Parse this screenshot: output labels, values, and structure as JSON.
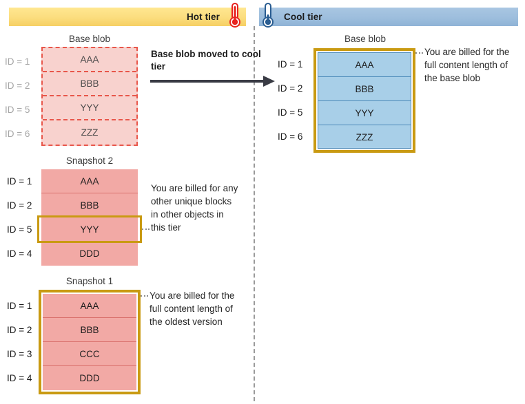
{
  "tiers": {
    "hot": {
      "label": "Hot tier",
      "icon": "thermometer-hot-icon",
      "color": "#f6cf62"
    },
    "cool": {
      "label": "Cool tier",
      "icon": "thermometer-cool-icon",
      "color": "#9dbedd"
    }
  },
  "transition": {
    "label": "Base blob moved to cool tier",
    "arrow": "arrow-right-icon"
  },
  "hot_tier": {
    "base_blob": {
      "title": "Base blob",
      "style": "dashed-moved",
      "rows": [
        {
          "id": "ID = 1",
          "block": "AAA"
        },
        {
          "id": "ID = 2",
          "block": "BBB"
        },
        {
          "id": "ID = 5",
          "block": "YYY"
        },
        {
          "id": "ID = 6",
          "block": "ZZZ"
        }
      ]
    },
    "snapshot_2": {
      "title": "Snapshot 2",
      "rows": [
        {
          "id": "ID = 1",
          "block": "AAA"
        },
        {
          "id": "ID = 2",
          "block": "BBB"
        },
        {
          "id": "ID = 5",
          "block": "YYY"
        },
        {
          "id": "ID = 4",
          "block": "DDD"
        }
      ],
      "highlight_row_index": 2,
      "callout": "You are billed for any other unique blocks in other objects in this tier"
    },
    "snapshot_1": {
      "title": "Snapshot 1",
      "rows": [
        {
          "id": "ID = 1",
          "block": "AAA"
        },
        {
          "id": "ID = 2",
          "block": "BBB"
        },
        {
          "id": "ID = 3",
          "block": "CCC"
        },
        {
          "id": "ID = 4",
          "block": "DDD"
        }
      ],
      "highlight": "whole-table",
      "callout": "You are billed for the full content length of the oldest version"
    }
  },
  "cool_tier": {
    "base_blob": {
      "title": "Base blob",
      "rows": [
        {
          "id": "ID = 1",
          "block": "AAA"
        },
        {
          "id": "ID = 2",
          "block": "BBB"
        },
        {
          "id": "ID = 5",
          "block": "YYY"
        },
        {
          "id": "ID = 6",
          "block": "ZZZ"
        }
      ],
      "highlight": "whole-table",
      "callout": "You are billed for the full content length of the base blob"
    }
  },
  "colors": {
    "highlight_gold": "#c99a12",
    "pink_fill": "#f2a9a5",
    "pink_dashed_fill": "#f8d2ce",
    "dashed_border": "#e8564a",
    "blue_fill": "#a8cfe8",
    "blue_border": "#4a88b8"
  }
}
